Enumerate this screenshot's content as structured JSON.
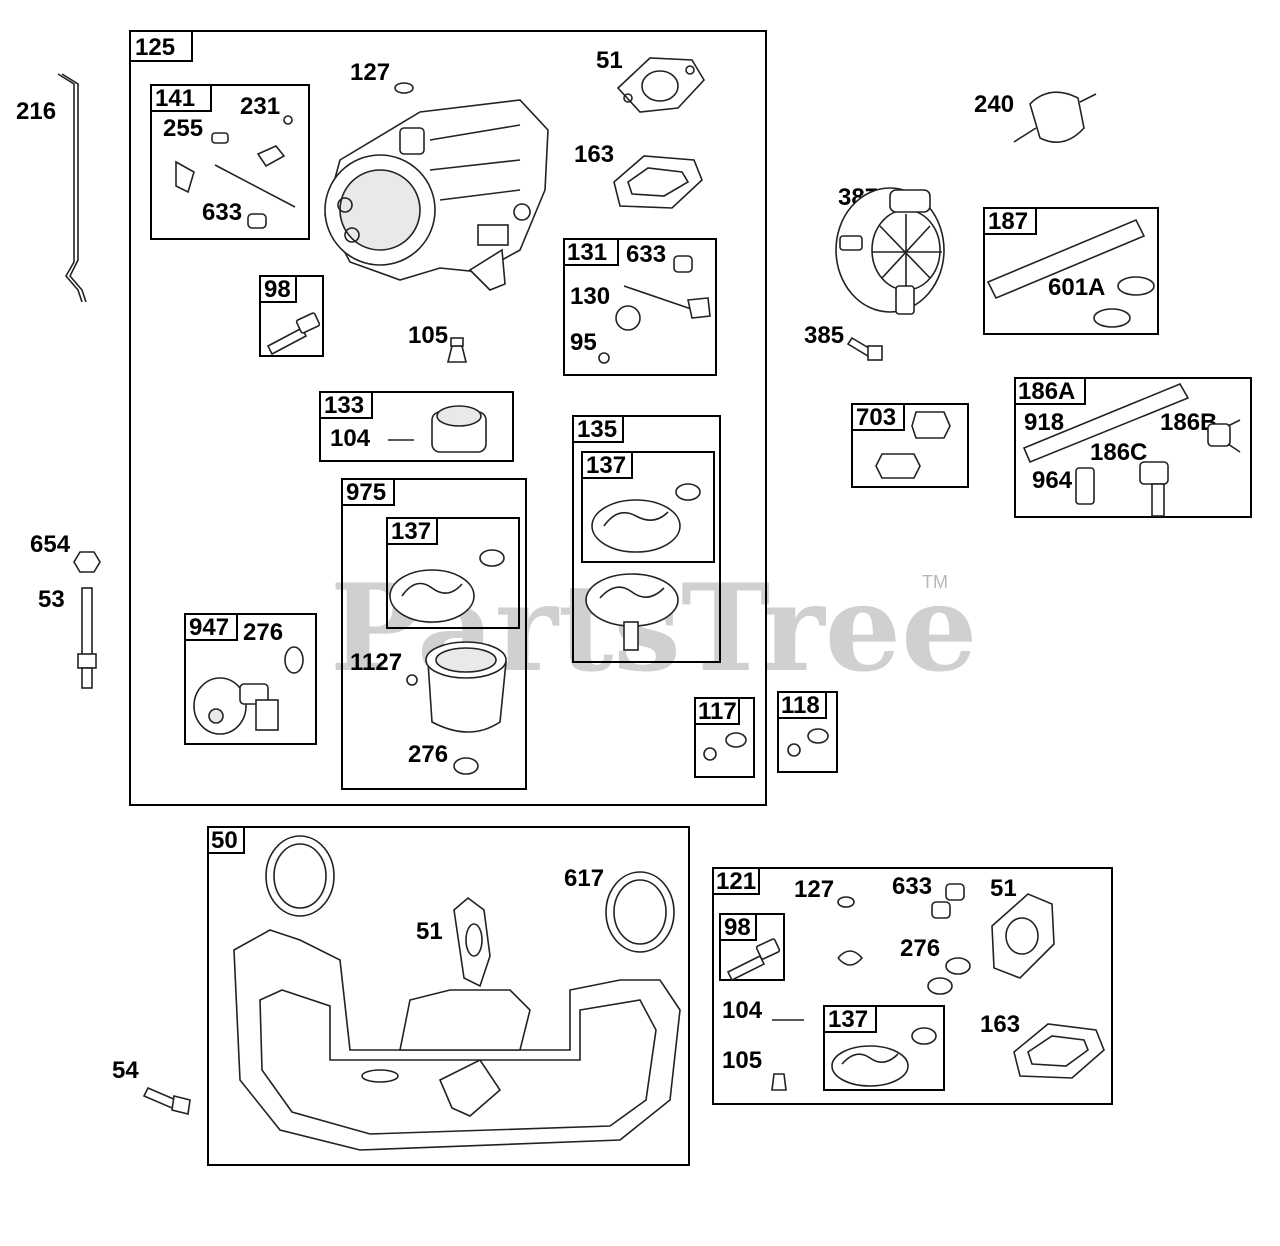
{
  "watermark": {
    "text": "PartsTree",
    "trademark": "TM"
  },
  "assemblies": {
    "a125": {
      "tag": "125"
    },
    "a141": {
      "tag": "141",
      "labels": [
        "255",
        "231",
        "633"
      ]
    },
    "a98": {
      "tag": "98"
    },
    "a131": {
      "tag": "131",
      "labels": [
        "633",
        "130",
        "95"
      ]
    },
    "a133": {
      "tag": "133",
      "labels": [
        "104"
      ]
    },
    "a135": {
      "tag": "135"
    },
    "a135_137": {
      "tag": "137"
    },
    "a975": {
      "tag": "975",
      "labels": [
        "1127",
        "276"
      ]
    },
    "a975_137": {
      "tag": "137"
    },
    "a947": {
      "tag": "947",
      "labels": [
        "276"
      ]
    },
    "a117": {
      "tag": "117"
    },
    "a118": {
      "tag": "118"
    },
    "a187": {
      "tag": "187",
      "labels": [
        "601A"
      ]
    },
    "a186A": {
      "tag": "186A",
      "labels": [
        "918",
        "186B",
        "186C",
        "964"
      ]
    },
    "a703": {
      "tag": "703"
    },
    "a50": {
      "tag": "50",
      "labels": [
        "617",
        "51"
      ]
    },
    "a121": {
      "tag": "121",
      "labels": [
        "127",
        "633",
        "51",
        "276",
        "104",
        "105",
        "163"
      ]
    },
    "a121_98": {
      "tag": "98"
    },
    "a121_137": {
      "tag": "137"
    }
  },
  "labels125": [
    "127",
    "51",
    "163",
    "105"
  ],
  "standalone": [
    "216",
    "240",
    "387",
    "385",
    "654",
    "53",
    "54"
  ]
}
